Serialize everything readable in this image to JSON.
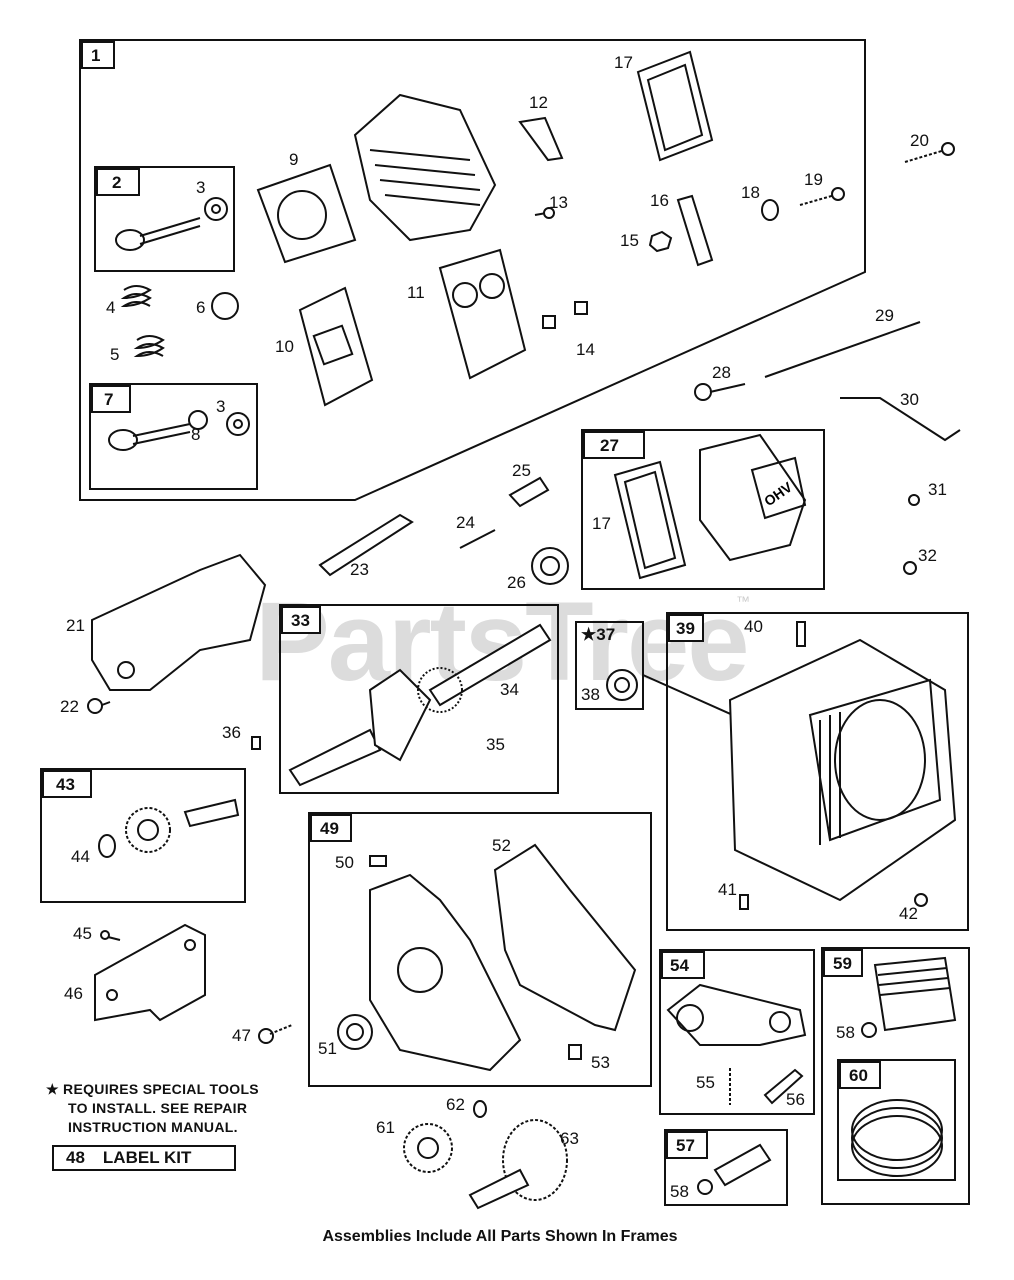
{
  "watermark": "PartsTree",
  "watermark_tm": "™",
  "frames": [
    {
      "id": "1",
      "label": "1"
    },
    {
      "id": "2",
      "label": "2"
    },
    {
      "id": "7",
      "label": "7"
    },
    {
      "id": "27",
      "label": "27"
    },
    {
      "id": "33",
      "label": "33"
    },
    {
      "id": "37",
      "label": "★37"
    },
    {
      "id": "39",
      "label": "39"
    },
    {
      "id": "43",
      "label": "43"
    },
    {
      "id": "49",
      "label": "49"
    },
    {
      "id": "54",
      "label": "54"
    },
    {
      "id": "57",
      "label": "57"
    },
    {
      "id": "59",
      "label": "59"
    },
    {
      "id": "60",
      "label": "60"
    }
  ],
  "part_numbers": [
    "3",
    "3",
    "4",
    "5",
    "6",
    "8",
    "9",
    "10",
    "11",
    "12",
    "13",
    "14",
    "15",
    "16",
    "17",
    "17",
    "18",
    "19",
    "20",
    "21",
    "22",
    "23",
    "24",
    "25",
    "26",
    "28",
    "29",
    "30",
    "31",
    "32",
    "34",
    "35",
    "36",
    "38",
    "40",
    "41",
    "42",
    "44",
    "45",
    "46",
    "47",
    "50",
    "51",
    "52",
    "53",
    "55",
    "56",
    "58",
    "58",
    "61",
    "62",
    "63"
  ],
  "special_note": {
    "line1": "★ REQUIRES SPECIAL TOOLS",
    "line2": "TO INSTALL.  SEE REPAIR",
    "line3": "INSTRUCTION MANUAL."
  },
  "label_kit": {
    "number": "48",
    "text": "LABEL KIT"
  },
  "footer": "Assemblies Include All Parts Shown In Frames",
  "cover_text": "OHV"
}
